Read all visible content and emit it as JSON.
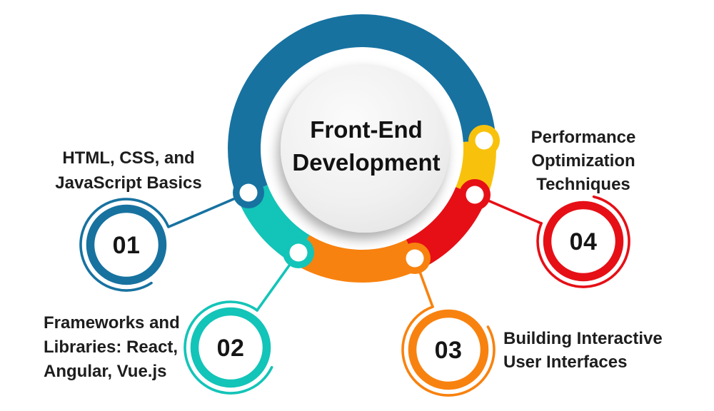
{
  "title": {
    "lines": [
      "Front-End",
      "Development"
    ]
  },
  "items": [
    {
      "number": "01",
      "color": "#1772A0",
      "label_lines": [
        "HTML, CSS, and",
        "JavaScript Basics"
      ]
    },
    {
      "number": "02",
      "color": "#13C4B8",
      "label_lines": [
        "Frameworks and",
        "Libraries: React,",
        "Angular, Vue.js"
      ]
    },
    {
      "number": "03",
      "color": "#F8820F",
      "label_lines": [
        "Building Interactive",
        "User Interfaces"
      ]
    },
    {
      "number": "04",
      "color": "#E60F16",
      "label_lines": [
        "Performance",
        "Optimization",
        "Techniques"
      ]
    }
  ],
  "ring_segments": [
    {
      "name": "blue",
      "color": "#1772A0"
    },
    {
      "name": "yellow",
      "color": "#F8C20C"
    },
    {
      "name": "red",
      "color": "#E60F16"
    },
    {
      "name": "orange",
      "color": "#F8820F"
    },
    {
      "name": "teal",
      "color": "#13C4B8"
    }
  ],
  "text_color": "#1D1D1D"
}
